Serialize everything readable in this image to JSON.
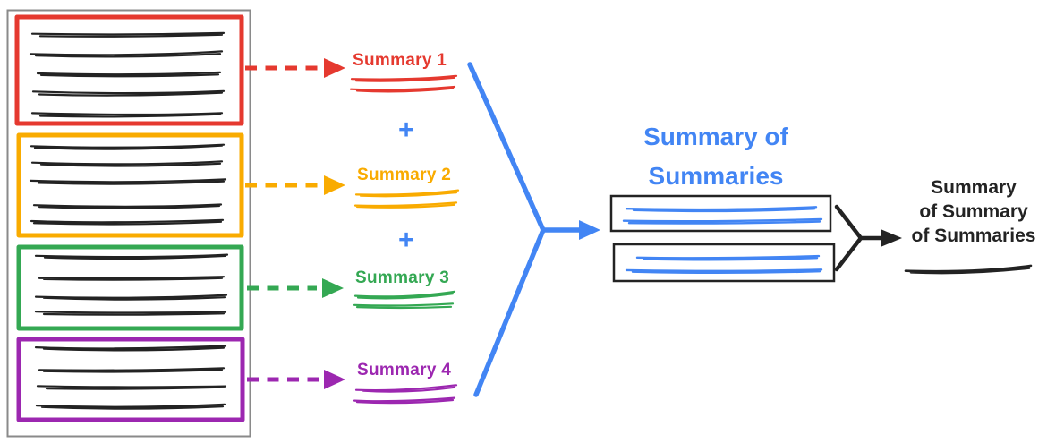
{
  "colors": {
    "red": "#E5392F",
    "yellow": "#F9AB00",
    "green": "#34A853",
    "purple": "#9C27B0",
    "blue": "#4285F4",
    "ink": "#232323",
    "gray": "#8A8A8A",
    "background": "#FFFFFF"
  },
  "diagram": {
    "summary_labels": [
      {
        "label": "Summary 1",
        "color": "red"
      },
      {
        "label": "Summary 2",
        "color": "yellow"
      },
      {
        "label": "Summary 3",
        "color": "green"
      },
      {
        "label": "Summary 4",
        "color": "purple"
      }
    ],
    "plus_sign": "+",
    "intermediate_title": {
      "line1": "Summary of",
      "line2": "Summaries"
    },
    "final_title": {
      "line1": "Summary",
      "line2": "of Summary",
      "line3": "of Summaries"
    }
  }
}
